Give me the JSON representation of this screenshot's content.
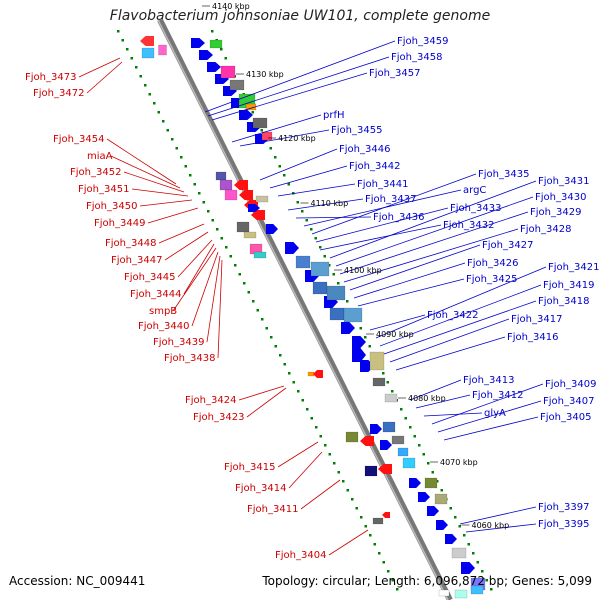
{
  "title": "Flavobacterium johnsoniae UW101, complete genome",
  "footer": {
    "accession": "Accession: NC_009441",
    "summary": "Topology: circular; Length: 6,096,872 bp; Genes: 5,099"
  },
  "colors": {
    "forward_label": "#0000cc",
    "reverse_label": "#cc0000",
    "backbone": "#888888",
    "gc_dots": "#008000"
  },
  "ticks": [
    "4140 kbp",
    "4130 kbp",
    "4120 kbp",
    "4110 kbp",
    "4100 kbp",
    "4090 kbp",
    "4080 kbp",
    "4070 kbp",
    "4060 kbp"
  ],
  "forward_labels": [
    "Fjoh_3459",
    "Fjoh_3458",
    "Fjoh_3457",
    "prfH",
    "Fjoh_3455",
    "Fjoh_3446",
    "Fjoh_3442",
    "Fjoh_3441",
    "Fjoh_3437",
    "Fjoh_3436",
    "argC",
    "Fjoh_3435",
    "Fjoh_3433",
    "Fjoh_3432",
    "Fjoh_3431",
    "Fjoh_3430",
    "Fjoh_3429",
    "Fjoh_3428",
    "Fjoh_3427",
    "Fjoh_3426",
    "Fjoh_3425",
    "Fjoh_3422",
    "Fjoh_3421",
    "Fjoh_3419",
    "Fjoh_3418",
    "Fjoh_3417",
    "Fjoh_3416",
    "Fjoh_3413",
    "Fjoh_3412",
    "glyA",
    "Fjoh_3409",
    "Fjoh_3407",
    "Fjoh_3405",
    "Fjoh_3397",
    "Fjoh_3395"
  ],
  "reverse_labels": [
    "Fjoh_3473",
    "Fjoh_3472",
    "Fjoh_3454",
    "miaA",
    "Fjoh_3452",
    "Fjoh_3451",
    "Fjoh_3450",
    "Fjoh_3449",
    "Fjoh_3448",
    "Fjoh_3447",
    "Fjoh_3445",
    "Fjoh_3444",
    "smpB",
    "Fjoh_3440",
    "Fjoh_3439",
    "Fjoh_3438",
    "Fjoh_3424",
    "Fjoh_3423",
    "Fjoh_3415",
    "Fjoh_3414",
    "Fjoh_3411",
    "Fjoh_3404"
  ]
}
